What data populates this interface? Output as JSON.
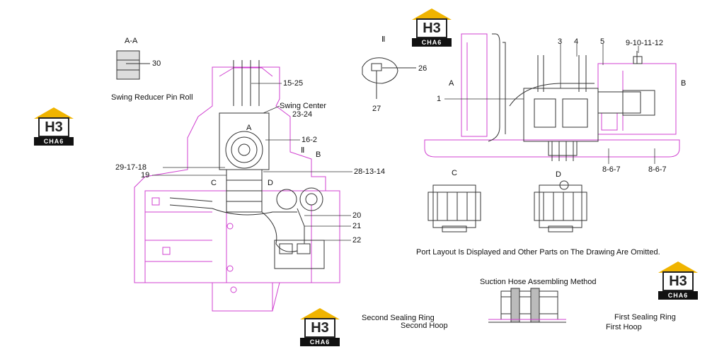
{
  "section_aa": {
    "title": "A-A",
    "callout": "30",
    "caption": "Swing Reducer Pin Roll"
  },
  "left_view": {
    "swing_center_caption": "Swing Center",
    "callouts": [
      "15-25",
      "23-24",
      "16-2",
      "Ⅱ",
      "B",
      "A",
      "C",
      "D",
      "29-17-18",
      "19",
      "28-13-14",
      "20",
      "21",
      "22"
    ]
  },
  "detail_ii": {
    "title": "Ⅱ",
    "callouts": [
      "26",
      "27"
    ]
  },
  "right_view": {
    "callouts_top": [
      "3",
      "4",
      "5",
      "9-10-11-12"
    ],
    "callouts_side": [
      "A",
      "B",
      "1"
    ],
    "callouts_bottom": [
      "8-6-7",
      "8-6-7"
    ]
  },
  "port_views": {
    "c_label": "C",
    "d_label": "D"
  },
  "port_note": "Port Layout Is Displayed and Other Parts on The Drawing Are Omitted.",
  "suction_hose": {
    "title": "Suction Hose Assembling Method",
    "second_ring": "Second Sealing Ring",
    "second_hoop": "Second Hoop",
    "first_ring": "First Sealing Ring",
    "first_hoop": "First Hoop"
  },
  "watermark": {
    "top": "H3",
    "bottom": "CHA6"
  },
  "colors": {
    "outline": "#d040d0",
    "line": "#333333",
    "badge_roof": "#f0b400"
  }
}
